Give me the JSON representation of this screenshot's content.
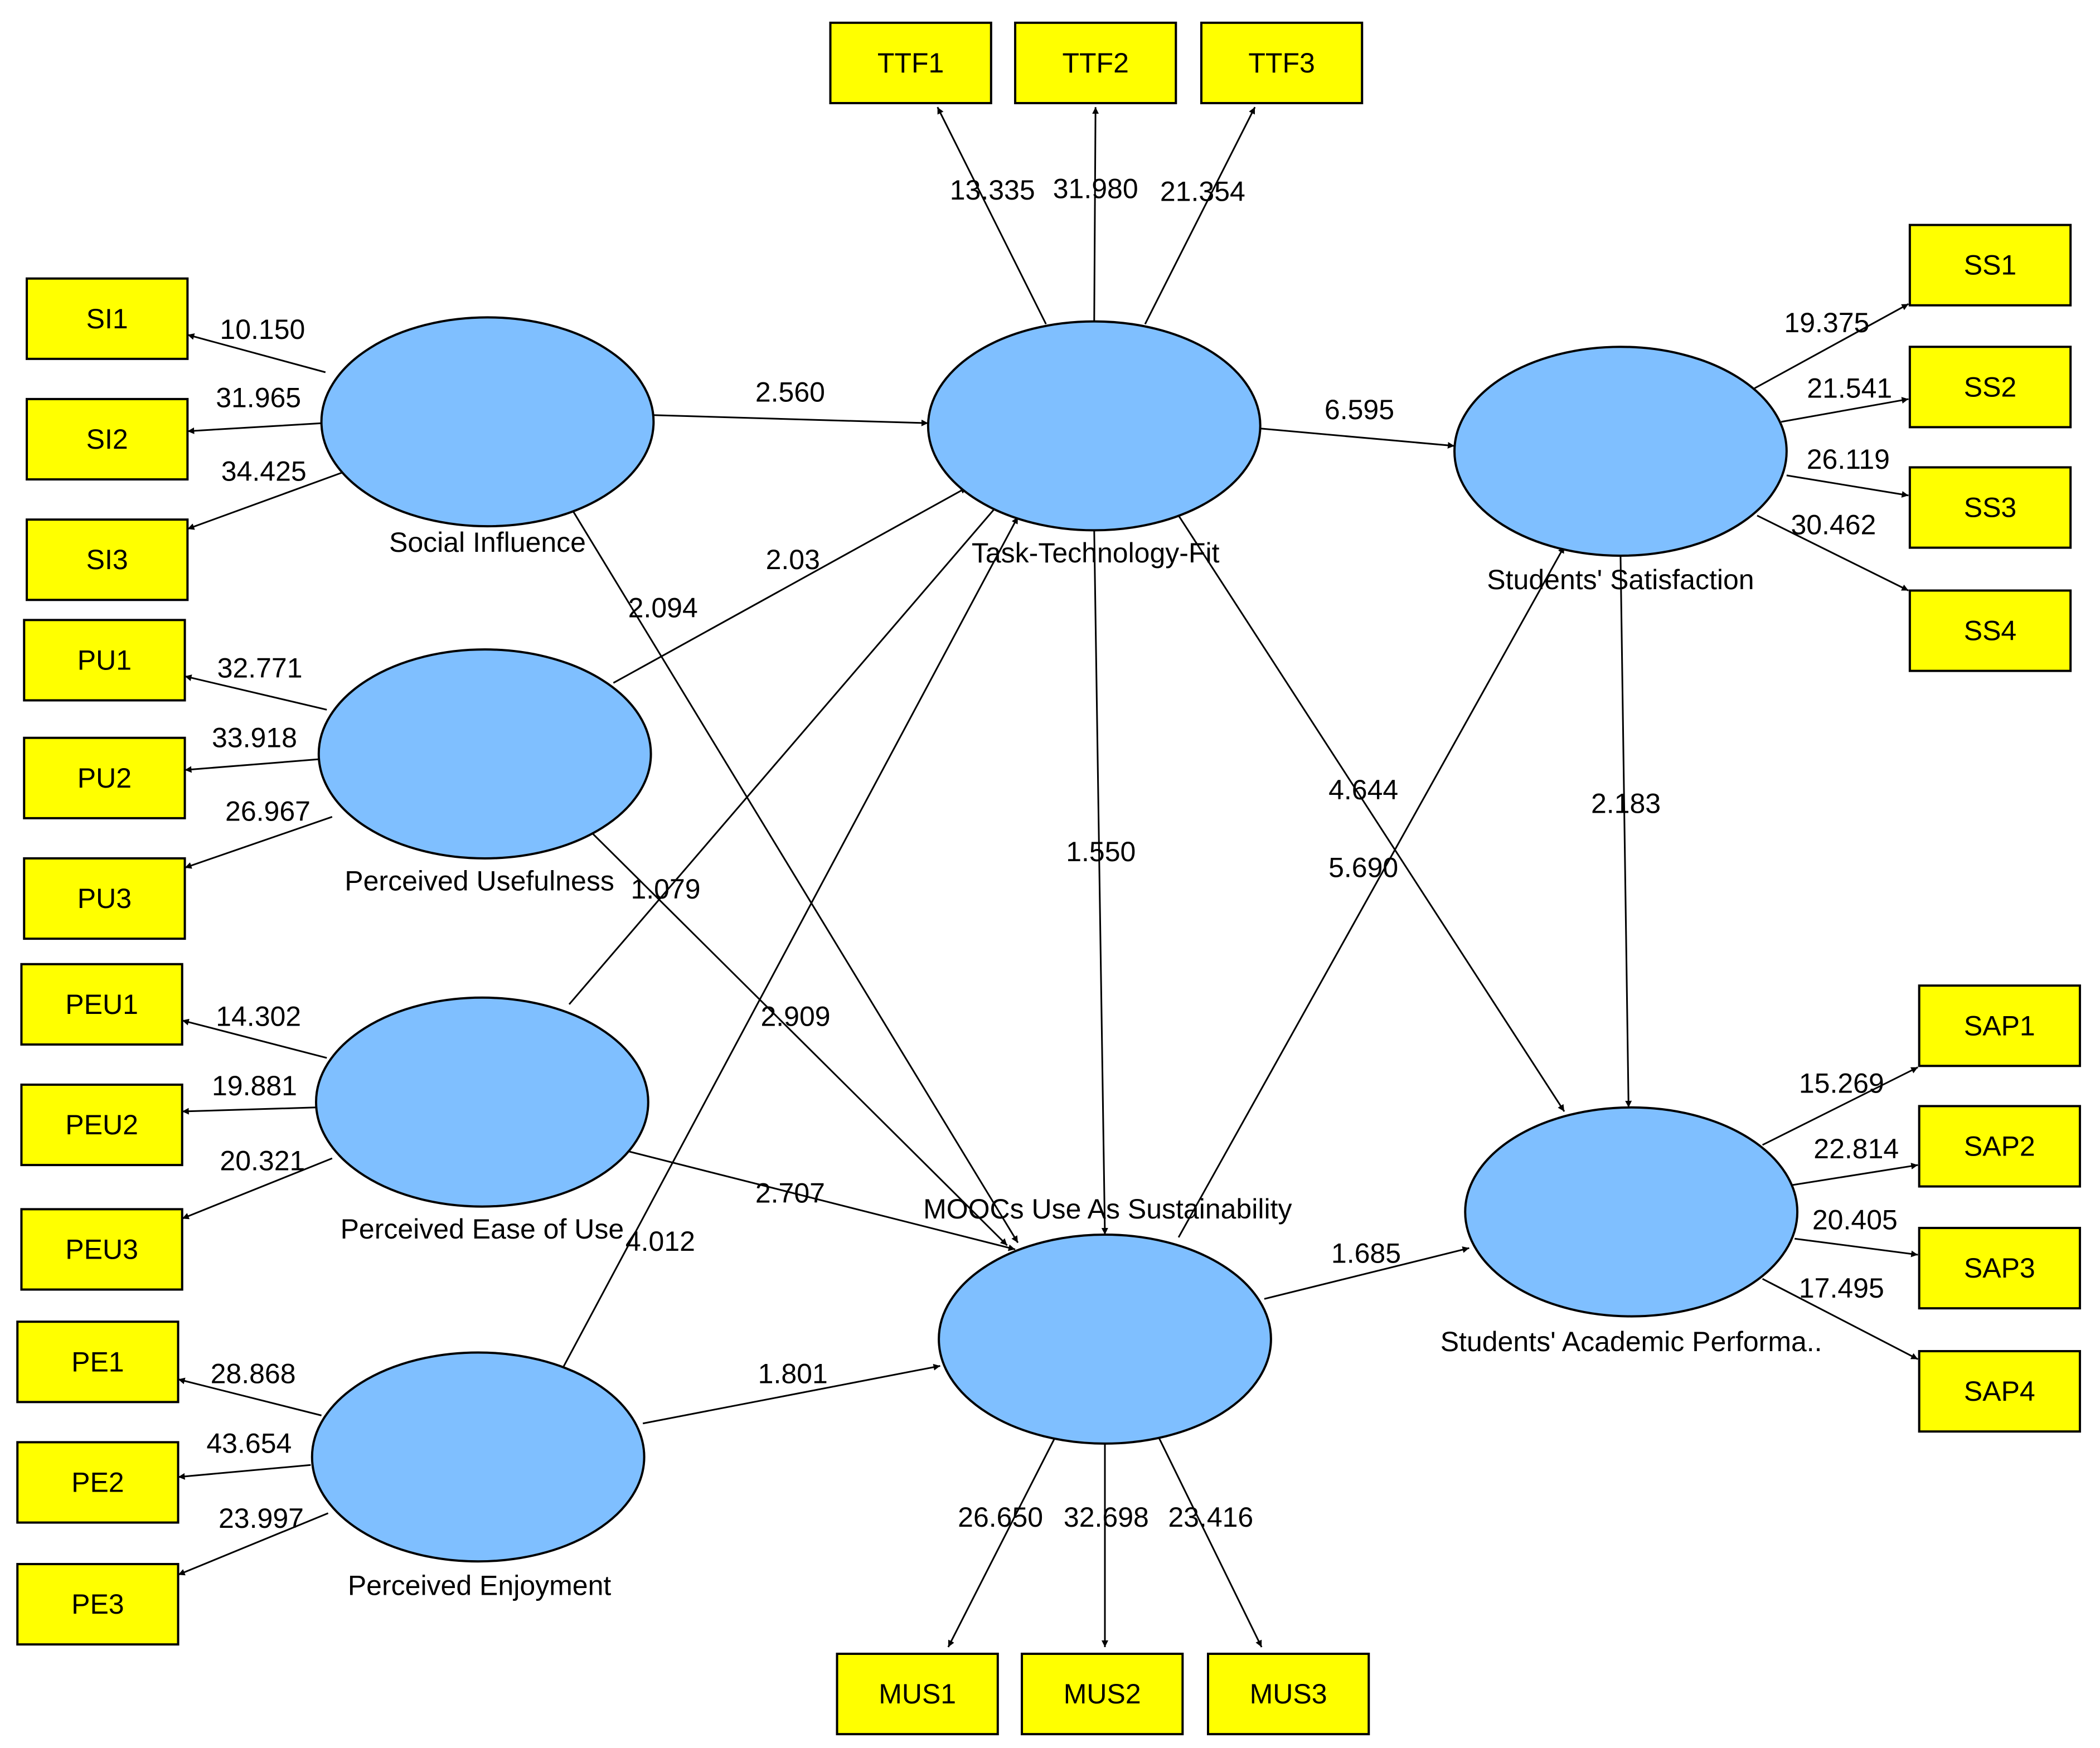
{
  "latents": [
    {
      "id": "SI",
      "label": "Social Influence"
    },
    {
      "id": "PU",
      "label": "Perceived Usefulness"
    },
    {
      "id": "PEU",
      "label": "Perceived Ease of Use"
    },
    {
      "id": "PE",
      "label": "Perceived Enjoyment"
    },
    {
      "id": "TTF",
      "label": "Task-Technology-Fit"
    },
    {
      "id": "MUS",
      "label": "MOOCs Use As Sustainability"
    },
    {
      "id": "SS",
      "label": "Students' Satisfaction"
    },
    {
      "id": "SAP",
      "label": "Students' Academic Performa.."
    }
  ],
  "indicators": [
    {
      "id": "SI1",
      "label": "SI1"
    },
    {
      "id": "SI2",
      "label": "SI2"
    },
    {
      "id": "SI3",
      "label": "SI3"
    },
    {
      "id": "PU1",
      "label": "PU1"
    },
    {
      "id": "PU2",
      "label": "PU2"
    },
    {
      "id": "PU3",
      "label": "PU3"
    },
    {
      "id": "PEU1",
      "label": "PEU1"
    },
    {
      "id": "PEU2",
      "label": "PEU2"
    },
    {
      "id": "PEU3",
      "label": "PEU3"
    },
    {
      "id": "PE1",
      "label": "PE1"
    },
    {
      "id": "PE2",
      "label": "PE2"
    },
    {
      "id": "PE3",
      "label": "PE3"
    },
    {
      "id": "TTF1",
      "label": "TTF1"
    },
    {
      "id": "TTF2",
      "label": "TTF2"
    },
    {
      "id": "TTF3",
      "label": "TTF3"
    },
    {
      "id": "MUS1",
      "label": "MUS1"
    },
    {
      "id": "MUS2",
      "label": "MUS2"
    },
    {
      "id": "MUS3",
      "label": "MUS3"
    },
    {
      "id": "SS1",
      "label": "SS1"
    },
    {
      "id": "SS2",
      "label": "SS2"
    },
    {
      "id": "SS3",
      "label": "SS3"
    },
    {
      "id": "SS4",
      "label": "SS4"
    },
    {
      "id": "SAP1",
      "label": "SAP1"
    },
    {
      "id": "SAP2",
      "label": "SAP2"
    },
    {
      "id": "SAP3",
      "label": "SAP3"
    },
    {
      "id": "SAP4",
      "label": "SAP4"
    }
  ],
  "paths": [
    {
      "from": "SI",
      "to": "TTF",
      "value": "2.560"
    },
    {
      "from": "PU",
      "to": "TTF",
      "value": "2.03"
    },
    {
      "from": "PEU",
      "to": "TTF",
      "value": "1.079"
    },
    {
      "from": "PE",
      "to": "TTF",
      "value": "4.012"
    },
    {
      "from": "SI",
      "to": "MUS",
      "value": "2.094"
    },
    {
      "from": "PU",
      "to": "MUS",
      "value": "2.909"
    },
    {
      "from": "PEU",
      "to": "MUS",
      "value": "2.707"
    },
    {
      "from": "PE",
      "to": "MUS",
      "value": "1.801"
    },
    {
      "from": "TTF",
      "to": "SS",
      "value": "6.595"
    },
    {
      "from": "TTF",
      "to": "MUS",
      "value": "1.550"
    },
    {
      "from": "TTF",
      "to": "SAP",
      "value": "4.644"
    },
    {
      "from": "MUS",
      "to": "SS",
      "value": "5.690"
    },
    {
      "from": "SS",
      "to": "SAP",
      "value": "2.183"
    },
    {
      "from": "MUS",
      "to": "SAP",
      "value": "1.685"
    }
  ],
  "loadings": [
    {
      "from": "SI",
      "to": "SI1",
      "value": "10.150"
    },
    {
      "from": "SI",
      "to": "SI2",
      "value": "31.965"
    },
    {
      "from": "SI",
      "to": "SI3",
      "value": "34.425"
    },
    {
      "from": "PU",
      "to": "PU1",
      "value": "32.771"
    },
    {
      "from": "PU",
      "to": "PU2",
      "value": "33.918"
    },
    {
      "from": "PU",
      "to": "PU3",
      "value": "26.967"
    },
    {
      "from": "PEU",
      "to": "PEU1",
      "value": "14.302"
    },
    {
      "from": "PEU",
      "to": "PEU2",
      "value": "19.881"
    },
    {
      "from": "PEU",
      "to": "PEU3",
      "value": "20.321"
    },
    {
      "from": "PE",
      "to": "PE1",
      "value": "28.868"
    },
    {
      "from": "PE",
      "to": "PE2",
      "value": "43.654"
    },
    {
      "from": "PE",
      "to": "PE3",
      "value": "23.997"
    },
    {
      "from": "TTF",
      "to": "TTF1",
      "value": "13.335"
    },
    {
      "from": "TTF",
      "to": "TTF2",
      "value": "31.980"
    },
    {
      "from": "TTF",
      "to": "TTF3",
      "value": "21.354"
    },
    {
      "from": "MUS",
      "to": "MUS1",
      "value": "26.650"
    },
    {
      "from": "MUS",
      "to": "MUS2",
      "value": "32.698"
    },
    {
      "from": "MUS",
      "to": "MUS3",
      "value": "23.416"
    },
    {
      "from": "SS",
      "to": "SS1",
      "value": "19.375"
    },
    {
      "from": "SS",
      "to": "SS2",
      "value": "21.541"
    },
    {
      "from": "SS",
      "to": "SS3",
      "value": "26.119"
    },
    {
      "from": "SS",
      "to": "SS4",
      "value": "30.462"
    },
    {
      "from": "SAP",
      "to": "SAP1",
      "value": "15.269"
    },
    {
      "from": "SAP",
      "to": "SAP2",
      "value": "22.814"
    },
    {
      "from": "SAP",
      "to": "SAP3",
      "value": "20.405"
    },
    {
      "from": "SAP",
      "to": "SAP4",
      "value": "17.495"
    }
  ],
  "colors": {
    "latent_fill": "#7fbfff",
    "indicator_fill": "#ffff00",
    "stroke": "#000000"
  }
}
